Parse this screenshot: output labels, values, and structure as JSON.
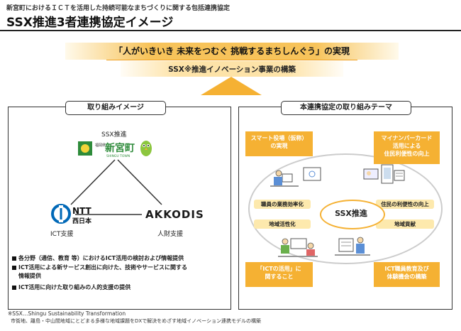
{
  "header": {
    "subtitle": "新宮町におけるＩＣＴを活用した持続可能なまちづくりに関する包括連携協定",
    "title": "SSX推進3者連携協定イメージ"
  },
  "vision": "「人がいきいき 未来をつむぐ 挑戦するまちしんぐう」の実現",
  "project": "SSX※推進イノベーション事業の構築",
  "left_panel": {
    "heading": "取り組みイメージ",
    "ssx_label": "SSX推進",
    "shingu_logo": {
      "prefix": "福岡県",
      "name": "新宮町",
      "roman": "SHINGU TOWN"
    },
    "ntt_logo": {
      "brand": "NTT",
      "region": "西日本"
    },
    "akkodis_logo": "AKKODIS",
    "ict_label": "ICT支援",
    "jinzai_label": "人財支援",
    "bullets": [
      "各分野（通信、教育 等）におけるICT活用の検討および情報提供",
      "ICT活用による新サービス創出に向けた、技術やサービスに関する",
      "情報提供",
      "ICT活用に向けた取り組みの人的支援の提供"
    ]
  },
  "right_panel": {
    "heading": "本連携協定の取り組みテーマ",
    "center": "SSX推進",
    "themes": [
      [
        "スマート役場（仮称）",
        "の実現"
      ],
      [
        "マイナンバーカード",
        "活用による",
        "住民利便性の向上"
      ],
      [
        "「ICTの活用」に",
        "関すること"
      ],
      [
        "ICT職員教育及び",
        "体験機会の構築"
      ]
    ],
    "tags": [
      "職員の業務効率化",
      "地域活性化",
      "住民の利便性の向上",
      "地域貢献"
    ]
  },
  "footnote": "※SSX…Shingu Sustainability Transformation",
  "footnote2": "市街地、離島・中山間地域にとどまる多様な地域課題をDXで解決をめざす地域イノベーション連携モデルの構築",
  "colors": {
    "accent": "#f5b133",
    "light_accent": "#fde9ad",
    "green": "#2e8b3a"
  }
}
